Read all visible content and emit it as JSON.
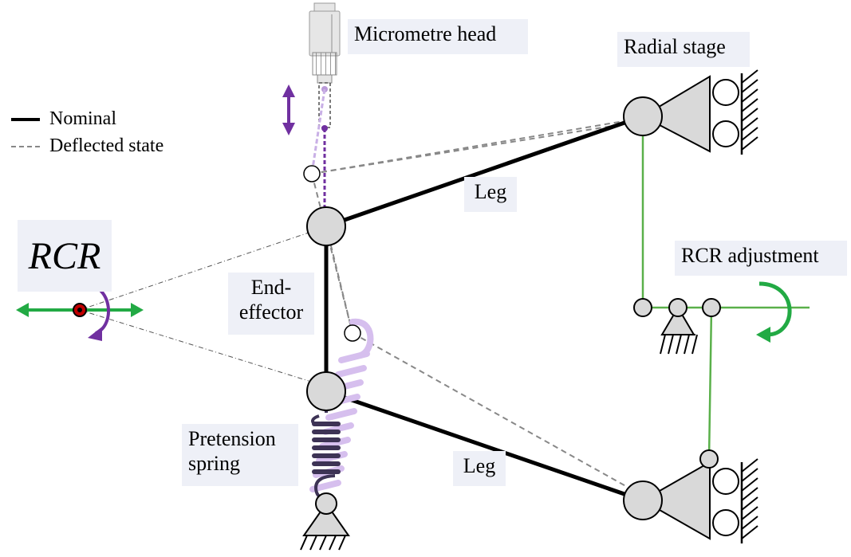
{
  "legend": {
    "nominal": "Nominal",
    "deflected": "Deflected state"
  },
  "labels": {
    "micrometre_head": "Micrometre head",
    "radial_stage": "Radial stage",
    "leg_upper": "Leg",
    "leg_lower": "Leg",
    "rcr": "RCR",
    "end_effector_line1": "End-",
    "end_effector_line2": "effector",
    "rcr_adjustment": "RCR adjustment",
    "pretension_line1": "Pretension",
    "pretension_line2": "spring"
  },
  "colors": {
    "nominal": "#000000",
    "deflected": "#888888",
    "green": "#22aa44",
    "purple": "#7030a0",
    "light_purple": "#d6bfee",
    "joint_fill": "#d9d9d9",
    "label_bg": "#eef0f7",
    "rcr_point": "#c00000"
  }
}
